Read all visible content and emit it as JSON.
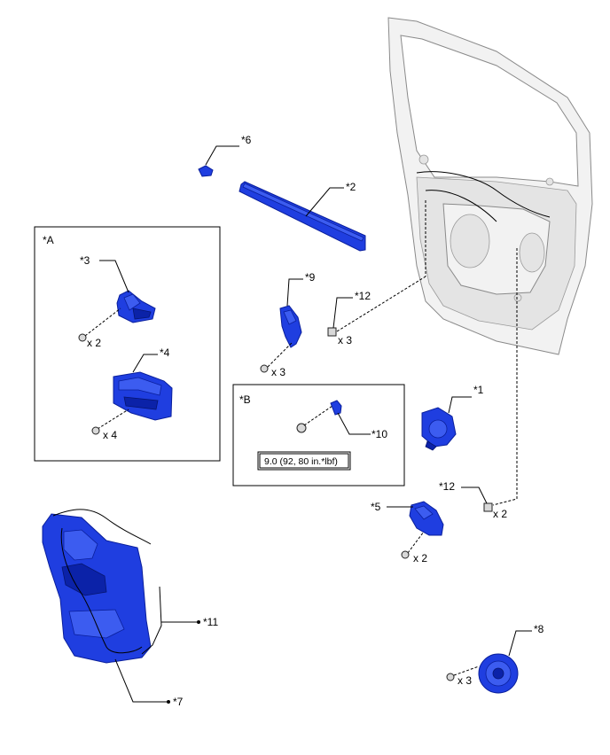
{
  "labels": {
    "p1": "*1",
    "p2": "*2",
    "p3": "*3",
    "p4": "*4",
    "p5": "*5",
    "p6": "*6",
    "p7": "*7",
    "p8": "*8",
    "p9": "*9",
    "p10": "*10",
    "p11": "*11",
    "p12a": "*12",
    "p12b": "*12"
  },
  "groups": {
    "a": "*A",
    "b": "*B"
  },
  "quantities": {
    "q3": "x 2",
    "q4": "x 4",
    "q9": "x 3",
    "q12a": "x 3",
    "q12b": "x 2",
    "q5": "x 2",
    "q8": "x 3"
  },
  "torque": "9.0 (92, 80 in.*lbf)",
  "colors": {
    "part": "#1f3ee0",
    "door": "#f2f2f2"
  }
}
